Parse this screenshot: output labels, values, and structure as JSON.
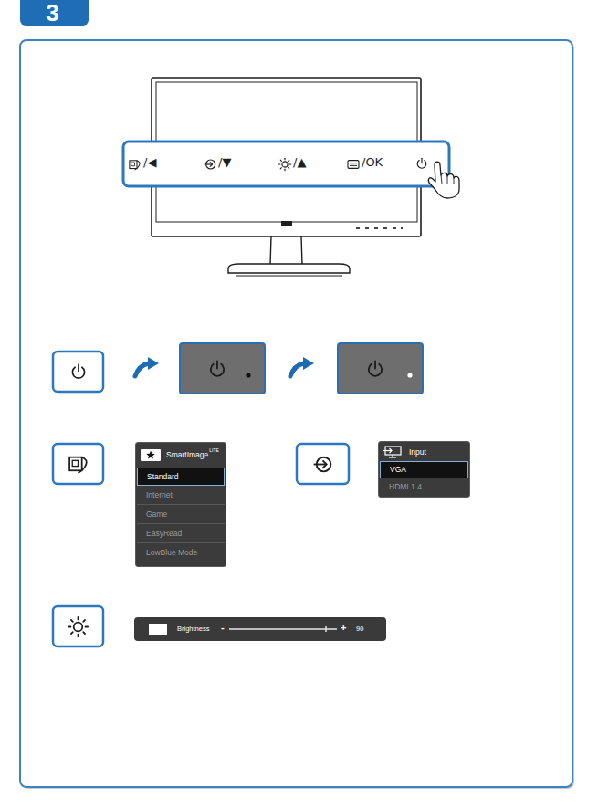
{
  "diagram": {
    "nodes": [
      {
        "text": [
          "3"
        ]
      },
      {
        "text": [
          "/◀",
          "/▼",
          "/▲",
          "/OK"
        ]
      },
      {
        "text": [
          "SmartImage",
          "LITE"
        ]
      },
      {
        "text": [
          "Standard"
        ],
        "in": 2
      },
      {
        "text": [
          "Internet"
        ],
        "in": 2
      },
      {
        "text": [
          "Game"
        ],
        "in": 2
      },
      {
        "text": [
          "EasyRead"
        ],
        "in": 2
      },
      {
        "text": [
          "LowBlue Mode"
        ],
        "in": 2
      },
      {
        "text": [
          "Input"
        ]
      },
      {
        "text": [
          "VGA"
        ],
        "in": 8
      },
      {
        "text": [
          "HDMI 1.4"
        ],
        "in": 8
      },
      {
        "text": [
          "Brightness",
          "-",
          "+",
          "90"
        ]
      }
    ]
  }
}
